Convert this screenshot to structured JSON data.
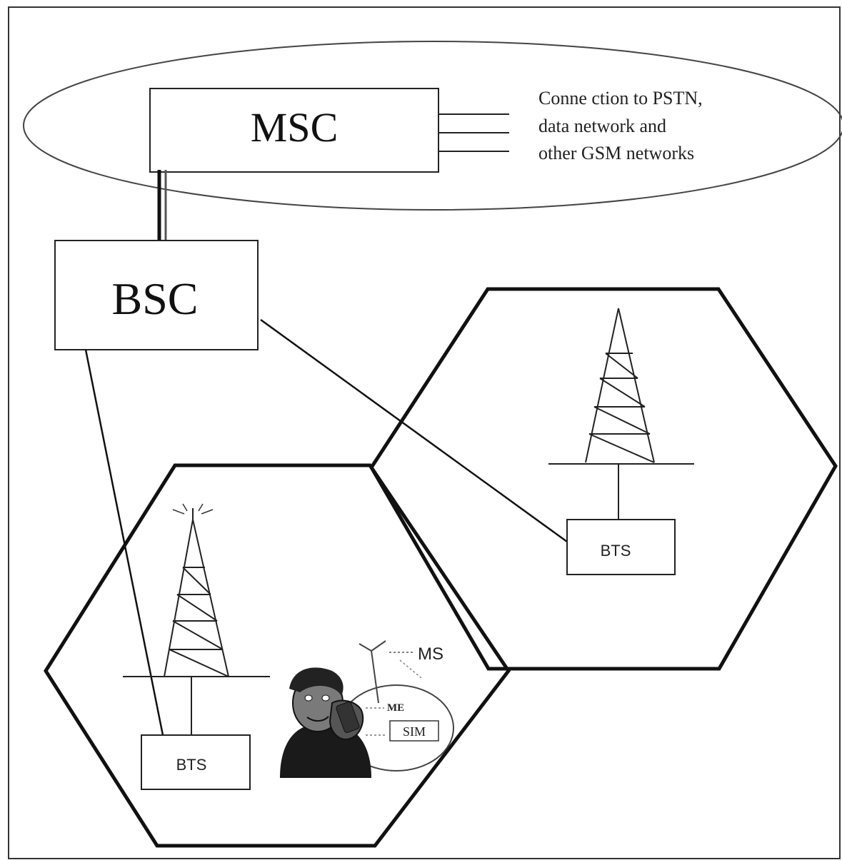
{
  "diagram": {
    "msc": {
      "label": "MSC"
    },
    "bsc": {
      "label": "BSC"
    },
    "connection_note": {
      "line1": "Conne ction to PSTN,",
      "line2": "data network and",
      "line3": "other GSM networks"
    },
    "bts_right": {
      "label": "BTS"
    },
    "bts_left": {
      "label": "BTS"
    },
    "ms": {
      "label": "MS"
    },
    "me": {
      "label": "ME"
    },
    "sim": {
      "label": "SIM"
    }
  }
}
